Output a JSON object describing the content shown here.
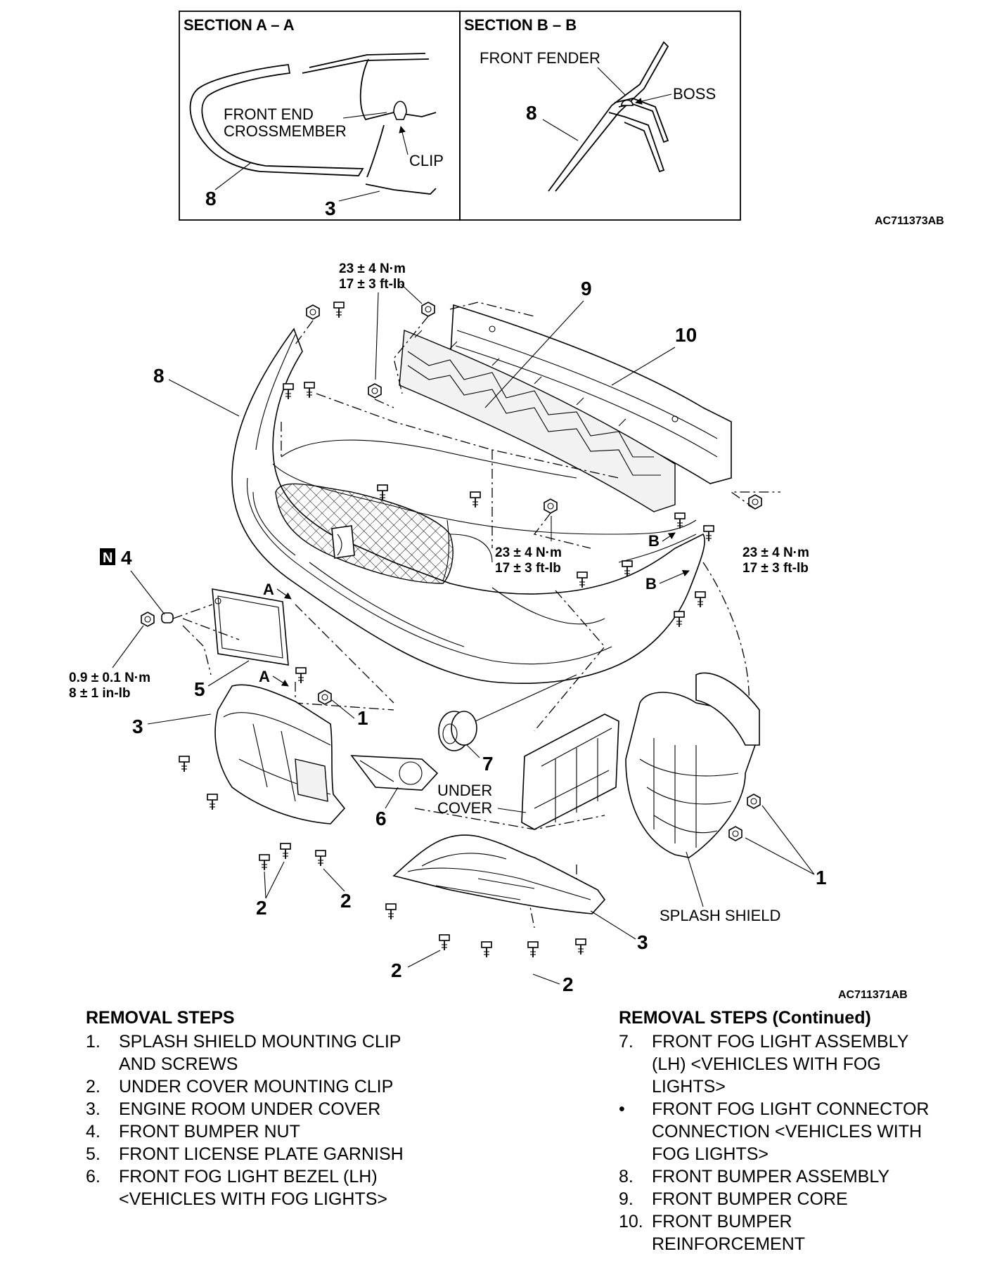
{
  "sections": {
    "a": {
      "title": "SECTION A – A",
      "front_end_crossmember": [
        "FRONT END",
        "CROSSMEMBER"
      ],
      "clip": "CLIP",
      "n8": "8",
      "n3": "3"
    },
    "b": {
      "title": "SECTION B – B",
      "front_fender": "FRONT FENDER",
      "boss": "BOSS",
      "n8": "8"
    },
    "code": "AC711373AB"
  },
  "diagram": {
    "torque_top": [
      "23 ± 4 N·m",
      "17 ± 3 ft-lb"
    ],
    "torque_mid": [
      "23 ± 4 N·m",
      "17 ± 3 ft-lb"
    ],
    "torque_right": [
      "23 ± 4 N·m",
      "17 ± 3 ft-lb"
    ],
    "torque_plate": [
      "0.9 ± 0.1 N·m",
      "8 ± 1 in-lb"
    ],
    "n4_badge": "N",
    "under_cover": [
      "UNDER",
      "COVER"
    ],
    "splash_shield": "SPLASH SHIELD",
    "letter_a": "A",
    "letter_b": "B",
    "nums": {
      "n1": "1",
      "n2": "2",
      "n3": "3",
      "n4": "4",
      "n5": "5",
      "n6": "6",
      "n7": "7",
      "n8": "8",
      "n9": "9",
      "n10": "10"
    },
    "code": "AC711371AB"
  },
  "steps_left": {
    "title": "REMOVAL STEPS",
    "items": [
      {
        "marker": "1.",
        "lines": [
          "SPLASH SHIELD MOUNTING CLIP",
          "AND SCREWS"
        ]
      },
      {
        "marker": "2.",
        "lines": [
          "UNDER COVER MOUNTING CLIP"
        ]
      },
      {
        "marker": "3.",
        "lines": [
          "ENGINE ROOM UNDER COVER"
        ]
      },
      {
        "marker": "4.",
        "lines": [
          "FRONT BUMPER NUT"
        ]
      },
      {
        "marker": "5.",
        "lines": [
          "FRONT LICENSE PLATE GARNISH"
        ]
      },
      {
        "marker": "6.",
        "lines": [
          "FRONT FOG LIGHT BEZEL (LH)",
          "<VEHICLES WITH FOG LIGHTS>"
        ]
      }
    ]
  },
  "steps_right": {
    "title": "REMOVAL STEPS (Continued)",
    "items": [
      {
        "marker": "7.",
        "lines": [
          "FRONT FOG LIGHT ASSEMBLY",
          "(LH) <VEHICLES WITH FOG",
          "LIGHTS>"
        ]
      },
      {
        "marker": "•",
        "lines": [
          "FRONT FOG LIGHT CONNECTOR",
          "CONNECTION <VEHICLES WITH",
          "FOG LIGHTS>"
        ]
      },
      {
        "marker": "8.",
        "lines": [
          "FRONT BUMPER ASSEMBLY"
        ]
      },
      {
        "marker": "9.",
        "lines": [
          "FRONT BUMPER CORE"
        ]
      },
      {
        "marker": "10.",
        "lines": [
          "FRONT BUMPER",
          "REINFORCEMENT"
        ]
      }
    ]
  }
}
